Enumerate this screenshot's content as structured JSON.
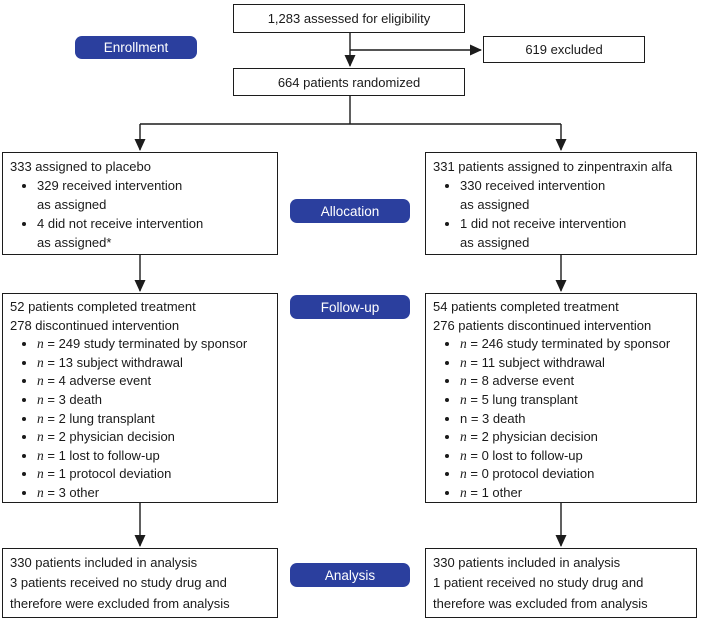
{
  "colors": {
    "accent_blue": "#2b3f9e",
    "box_border": "#1c1c1c",
    "text": "#1a1a1a",
    "background": "#ffffff"
  },
  "stage_labels": {
    "enrollment": "Enrollment",
    "allocation": "Allocation",
    "followup": "Follow-up",
    "analysis": "Analysis"
  },
  "enrollment": {
    "assessed": "1,283 assessed for eligibility",
    "excluded": "619 excluded",
    "randomized": "664 patients randomized"
  },
  "allocation": {
    "left": {
      "title": "333 assigned to placebo",
      "bullets": [
        {
          "line1": "329 received intervention",
          "line2": "as assigned"
        },
        {
          "line1": "4 did not receive intervention",
          "line2": "as assigned*"
        }
      ]
    },
    "right": {
      "title": "331 patients assigned to zinpentraxin alfa",
      "bullets": [
        {
          "line1": "330 received intervention",
          "line2": "as assigned"
        },
        {
          "line1": "1 did not receive intervention",
          "line2": "as assigned"
        }
      ]
    }
  },
  "followup": {
    "left": {
      "line1": "52 patients completed treatment",
      "line2": "278 discontinued intervention",
      "bullets": [
        {
          "prefix": "n",
          "text": " = 249 study terminated by sponsor"
        },
        {
          "prefix": "n",
          "text": " = 13 subject withdrawal"
        },
        {
          "prefix": "n",
          "text": " = 4 adverse event"
        },
        {
          "prefix": "n",
          "text": " = 3 death"
        },
        {
          "prefix": "n",
          "text": " = 2 lung transplant"
        },
        {
          "prefix": "n",
          "text": " = 2 physician decision"
        },
        {
          "prefix": "n",
          "text": " = 1 lost to follow-up"
        },
        {
          "prefix": "n",
          "text": " = 1 protocol deviation"
        },
        {
          "prefix": "n",
          "text": " = 3 other"
        }
      ]
    },
    "right": {
      "line1": "54 patients completed treatment",
      "line2": "276 patients discontinued intervention",
      "bullets": [
        {
          "prefix": "n",
          "text": " = 246 study terminated by sponsor"
        },
        {
          "prefix": "n",
          "text": " = 11 subject withdrawal"
        },
        {
          "prefix": "n",
          "text": " = 8 adverse event"
        },
        {
          "prefix": "n",
          "text": " = 5 lung transplant"
        },
        {
          "prefix": "n",
          "text": " = 3 death",
          "upright": "true"
        },
        {
          "prefix": "n",
          "text": " = 2 physician decision"
        },
        {
          "prefix": "n",
          "text": " = 0 lost to follow-up"
        },
        {
          "prefix": "n",
          "text": " = 0 protocol deviation"
        },
        {
          "prefix": "n",
          "text": " = 1 other"
        }
      ]
    }
  },
  "analysis": {
    "left": {
      "lines": [
        "330 patients included in analysis",
        "3 patients received no study drug and",
        "therefore were excluded from analysis"
      ]
    },
    "right": {
      "lines": [
        "330 patients included in analysis",
        "1 patient received no study drug and",
        "therefore was excluded from analysis"
      ]
    }
  }
}
